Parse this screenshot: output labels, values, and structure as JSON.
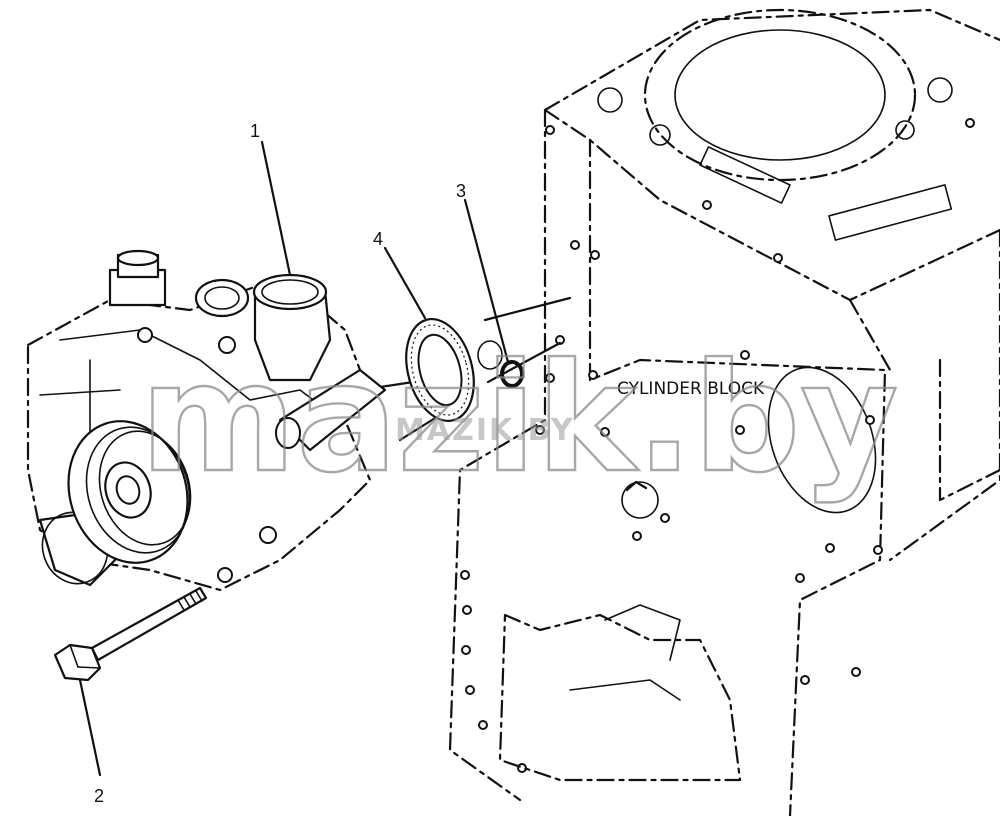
{
  "diagram": {
    "callouts": [
      {
        "id": "1",
        "text": "1"
      },
      {
        "id": "2",
        "text": "2"
      },
      {
        "id": "3",
        "text": "3"
      },
      {
        "id": "4",
        "text": "4"
      }
    ],
    "block_label": "CYLINDER BLOCK"
  },
  "watermark": {
    "main": "mazik.by",
    "secondary": "MAZIK.BY"
  }
}
